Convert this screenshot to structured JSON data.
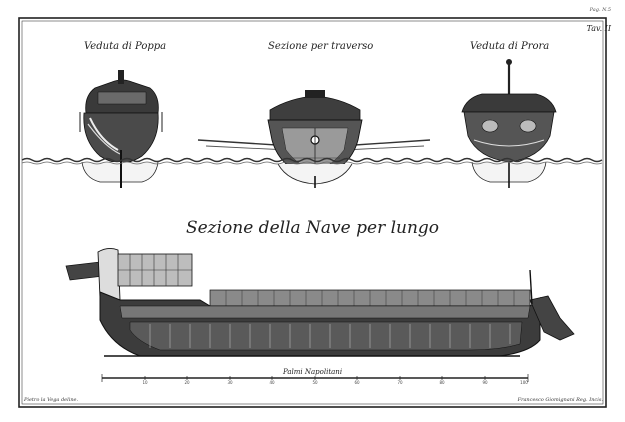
{
  "plate": {
    "page_mark": "Pag. N.5",
    "plate_number": "Tav. II",
    "labels": {
      "stern_view": "Veduta di Poppa",
      "cross_section": "Sezione per traverso",
      "bow_view": "Veduta di Prora",
      "long_section": "Sezione della Nave per lungo"
    },
    "scale": {
      "label": "Palmi Napolitani",
      "ticks": [
        "10",
        "20",
        "30",
        "40",
        "50",
        "60",
        "70",
        "80",
        "90",
        "100"
      ]
    },
    "credits": {
      "left": "Pietro la Vega deline.",
      "right": "Francesco Giomignani Reg. Incis."
    }
  }
}
